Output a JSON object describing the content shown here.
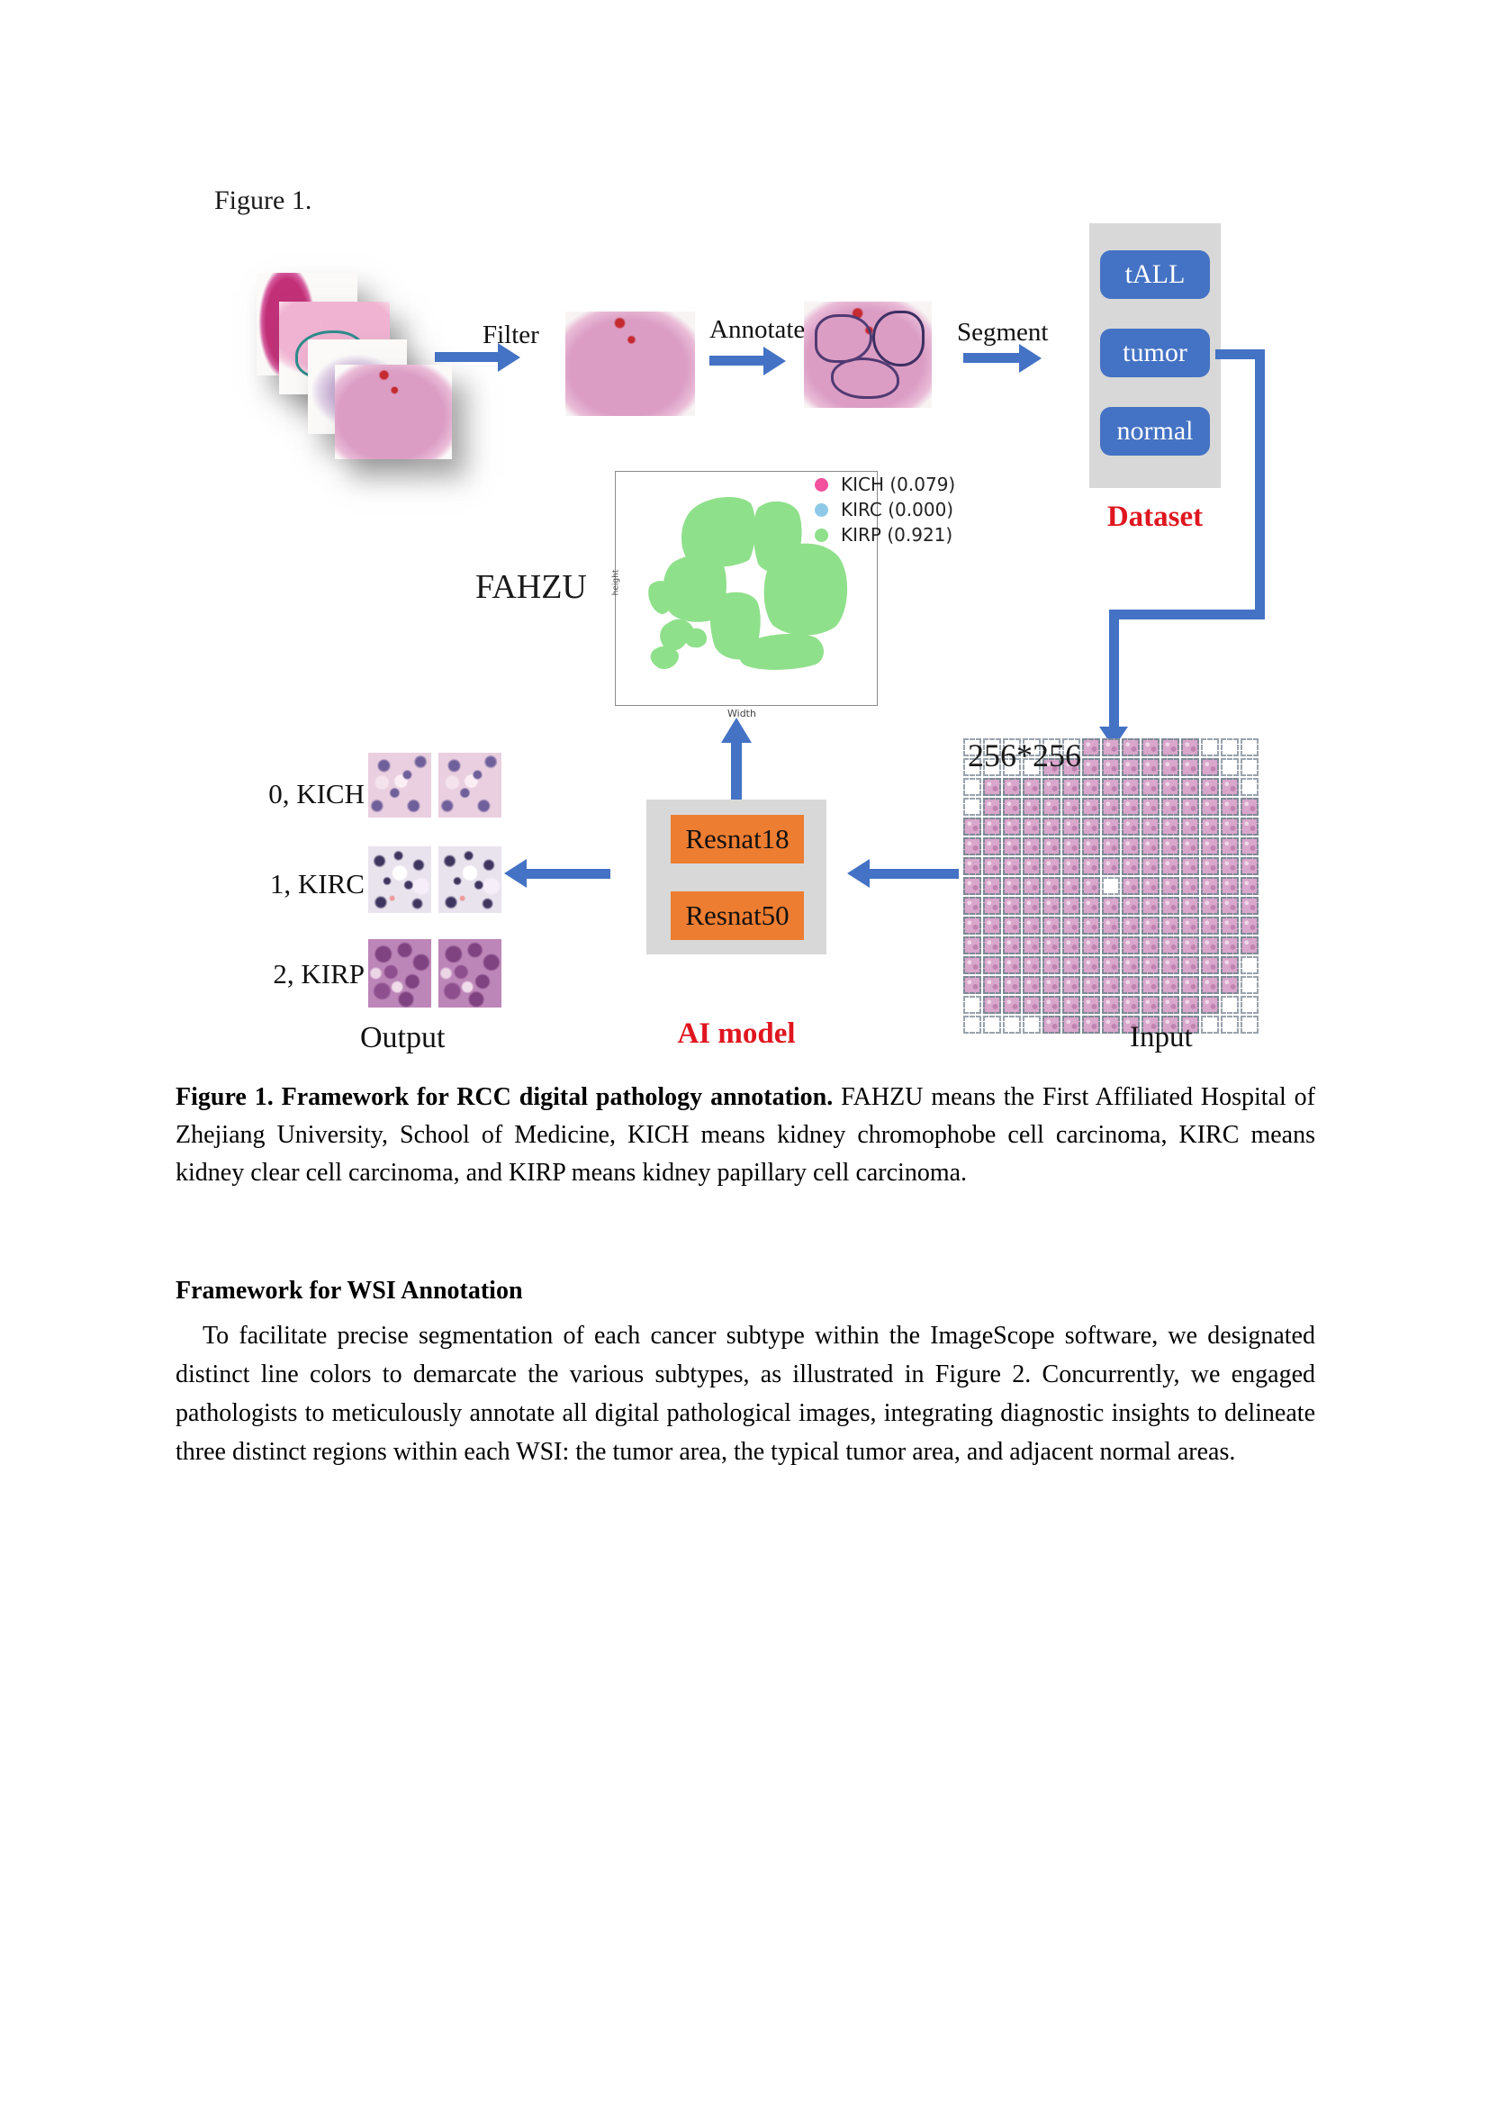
{
  "figure_label": "Figure 1.",
  "flow": {
    "filter": "Filter",
    "annotate": "Annotate",
    "segment": "Segment"
  },
  "dataset": {
    "items": [
      "tALL",
      "tumor",
      "normal"
    ],
    "label": "Dataset"
  },
  "plot": {
    "fahzu_label": "FAHZU",
    "xlabel": "Width",
    "ylabel": "height",
    "legend": [
      {
        "label": "KICH (0.079)",
        "value": 0.079,
        "color": "#f1519d"
      },
      {
        "label": "KIRC (0.000)",
        "value": 0.0,
        "color": "#8ecae8"
      },
      {
        "label": "KIRP (0.921)",
        "value": 0.921,
        "color": "#8fe08b"
      }
    ]
  },
  "input": {
    "patch_size_label": "256*256",
    "label": "Input"
  },
  "ai": {
    "models": [
      "Resnat18",
      "Resnat50"
    ],
    "label": "AI model"
  },
  "output": {
    "rows": [
      {
        "label": "0, KICH"
      },
      {
        "label": "1, KIRC"
      },
      {
        "label": "2, KIRP"
      }
    ],
    "label": "Output"
  },
  "caption": {
    "bold": "Figure 1. Framework for RCC digital pathology annotation.",
    "rest": " FAHZU means the First Affiliated Hospital of Zhejiang University, School of Medicine, KICH means kidney chromophobe cell carcinoma, KIRC means kidney clear cell carcinoma, and KIRP means kidney papillary cell carcinoma."
  },
  "section": {
    "heading": "Framework for WSI Annotation",
    "paragraph": "To facilitate precise segmentation of each cancer subtype within the ImageScope software, we designated distinct line colors to demarcate the various subtypes, as illustrated in Figure 2. Concurrently, we engaged pathologists to meticulously annotate all digital pathological images, integrating diagnostic insights to delineate three distinct regions within each WSI: the tumor area, the typical tumor area, and adjacent normal areas.",
    "figure2_ref": "Figure 2"
  },
  "grid": {
    "cols": 15,
    "mask": [
      "000000111111000",
      "000011111111100",
      "011111111111110",
      "011111111111111",
      "111111111111111",
      "111111111111111",
      "111111111111111",
      "111111101111111",
      "111111111111111",
      "111111111111111",
      "111111111111111",
      "111111111111110",
      "111111111111110",
      "011111111111100",
      "000011111111000"
    ]
  }
}
